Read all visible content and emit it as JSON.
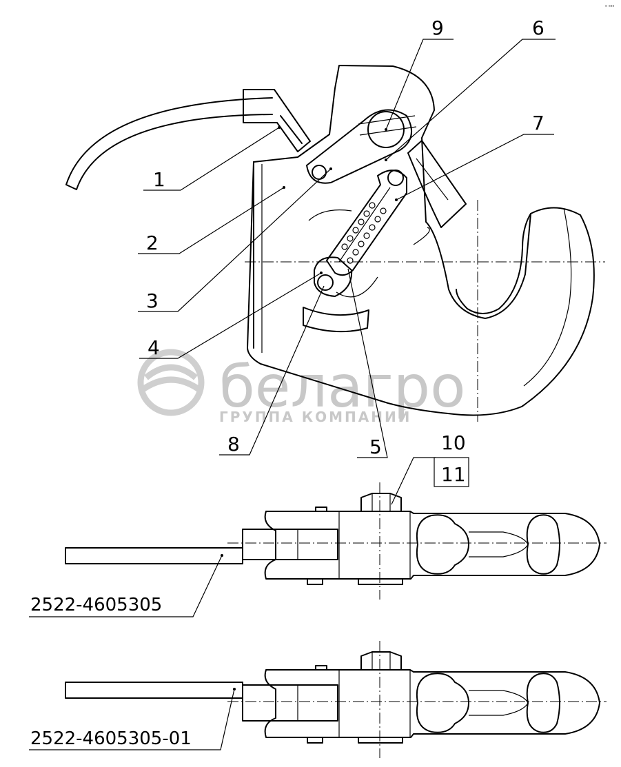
{
  "corner_mark": "ᵃ ᵃᵃᵃ",
  "callouts": {
    "c1": "1",
    "c2": "2",
    "c3": "3",
    "c4": "4",
    "c5": "5",
    "c6": "6",
    "c7": "7",
    "c8": "8",
    "c9": "9",
    "c10": "10",
    "c11": "11"
  },
  "part_numbers": {
    "variant_a": "2522-4605305",
    "variant_b": "2522-4605305-01"
  },
  "watermark": {
    "brand": "белагро",
    "tagline": "ГРУППА КОМПАНИЙ"
  }
}
